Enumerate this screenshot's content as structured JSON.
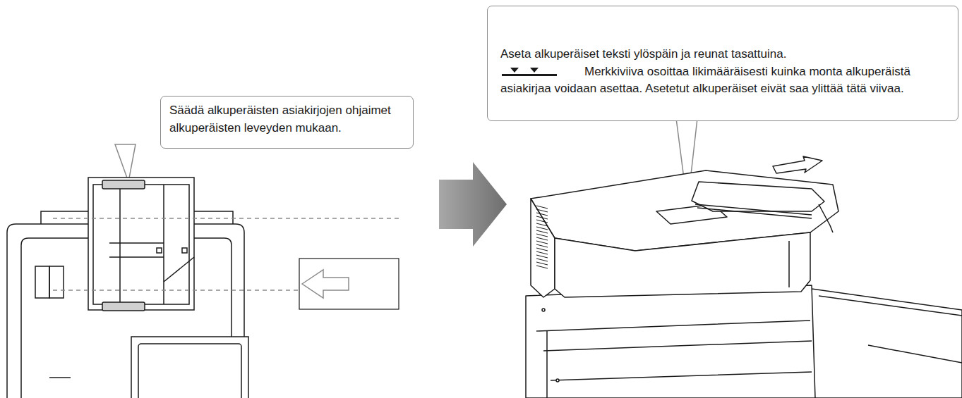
{
  "diagram": {
    "nodes": [
      {
        "text": [
          "Säädä alkuperäisten asiakirjojen ohjaimet alkuperäisten leveyden mukaan."
        ]
      },
      {
        "text": [
          "Aseta alkuperäiset teksti ylöspäin ja reunat tasattuina.",
          "Merkkiviiva osoittaa likimääräisesti kuinka monta alkuperäistä asiakirjaa voidaan asettaa. Asetetut alkuperäiset eivät saa ylittää tätä viivaa."
        ]
      }
    ]
  }
}
